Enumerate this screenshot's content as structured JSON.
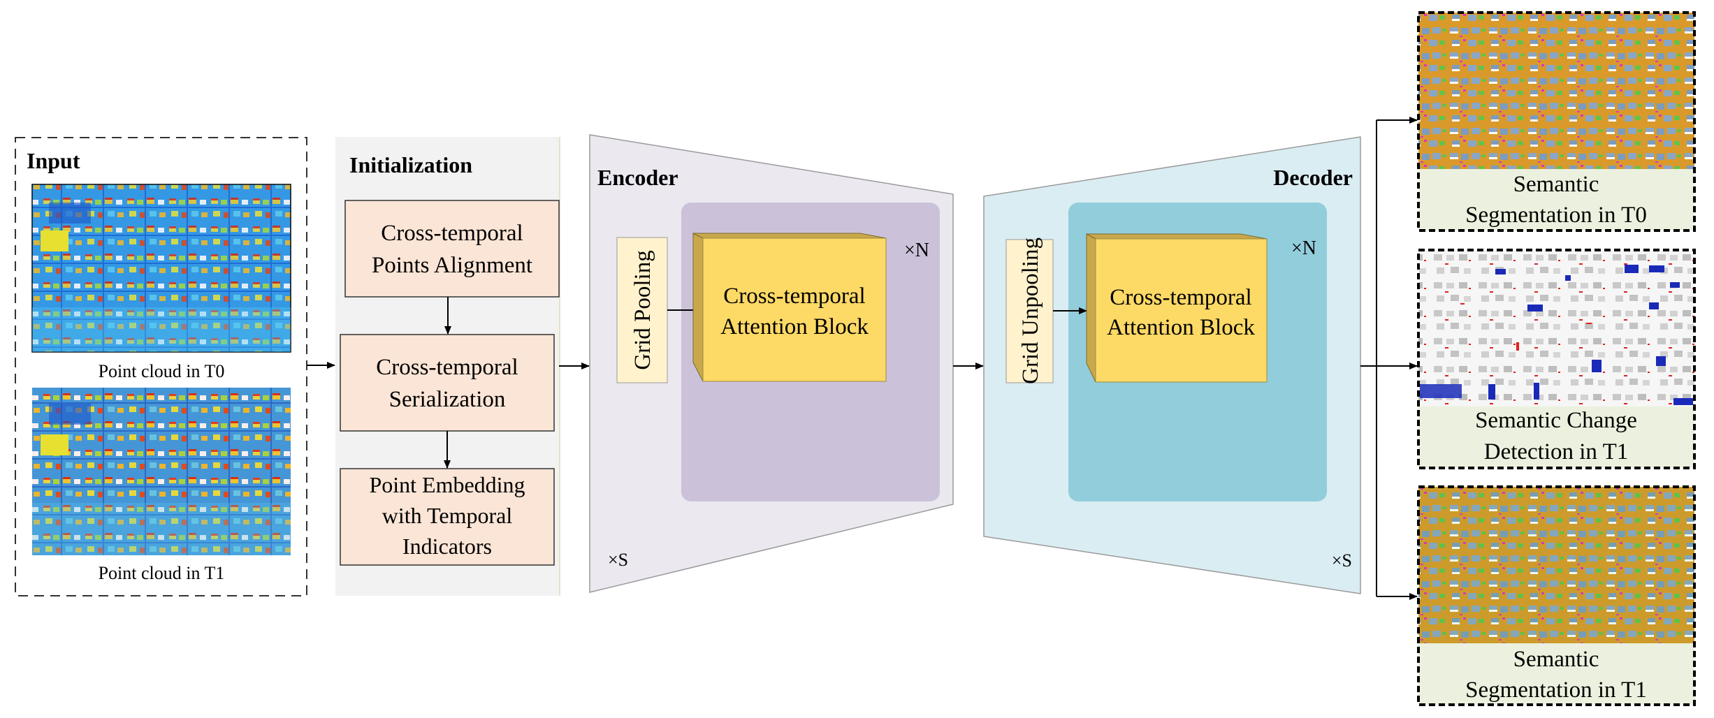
{
  "input": {
    "title": "Input",
    "images": [
      {
        "caption": "Point cloud in T0",
        "palette": "height-jet"
      },
      {
        "caption": "Point cloud in T1",
        "palette": "height-jet"
      }
    ]
  },
  "initialization": {
    "title": "Initialization",
    "steps": [
      {
        "lines": [
          "Cross-temporal",
          "Points Alignment"
        ]
      },
      {
        "lines": [
          "Cross-temporal",
          "Serialization"
        ]
      },
      {
        "lines": [
          "Point Embedding",
          "with Temporal",
          "Indicators"
        ]
      }
    ]
  },
  "encoder": {
    "title": "Encoder",
    "pool_label": "Grid Pooling",
    "block_lines": [
      "Cross-temporal",
      "Attention Block"
    ],
    "repeat_inner": "×N",
    "repeat_outer": "×S"
  },
  "decoder": {
    "title": "Decoder",
    "pool_label": "Grid Unpooling",
    "block_lines": [
      "Cross-temporal",
      "Attention Block"
    ],
    "repeat_inner": "×N",
    "repeat_outer": "×S"
  },
  "outputs": [
    {
      "lines": [
        "Semantic",
        "Segmentation in T0"
      ],
      "style": "segmentation"
    },
    {
      "lines": [
        "Semantic Change",
        "Detection  in T1"
      ],
      "style": "change"
    },
    {
      "lines": [
        "Semantic",
        "Segmentation in T1"
      ],
      "style": "segmentation"
    }
  ],
  "colors": {
    "init_panel": "#f2f2f2",
    "init_box": "#fbe5d6",
    "encoder_bg": "#ebe8f0",
    "encoder_inner": "#cbc2da",
    "decoder_bg": "#daedf2",
    "decoder_inner": "#92cddb",
    "pool_box": "#fff2cc",
    "block_front": "#fdd966",
    "block_side": "#c9a84c",
    "output_caption_bg": "#ebf1de"
  }
}
